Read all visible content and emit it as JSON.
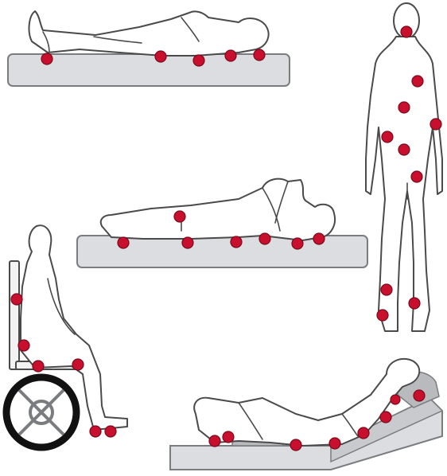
{
  "colors": {
    "pressure_point": "#c8102e",
    "mattress": "#dcdde0",
    "outline": "#4a4a4a",
    "tire": "#111111"
  },
  "figures": [
    {
      "id": "supine",
      "point_count": 5
    },
    {
      "id": "standing-back",
      "point_count": 10
    },
    {
      "id": "side-lying",
      "point_count": 7
    },
    {
      "id": "wheelchair-seated",
      "point_count": 6
    },
    {
      "id": "reclined-semi-fowler",
      "point_count": 8
    }
  ]
}
